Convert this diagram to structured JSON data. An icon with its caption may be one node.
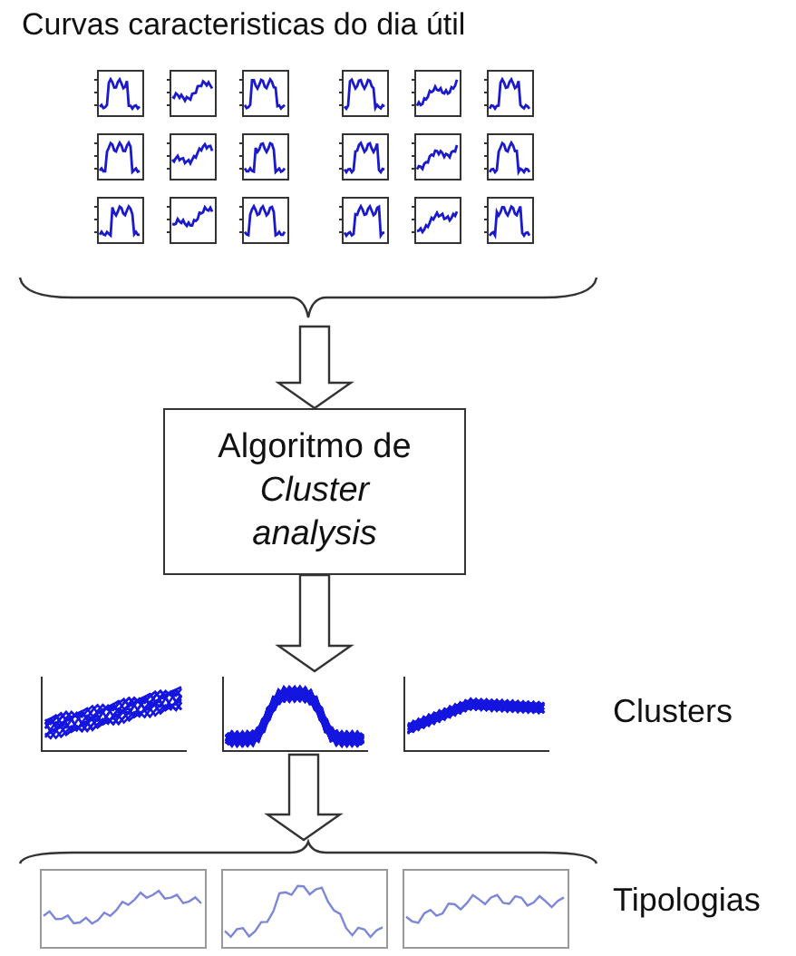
{
  "diagram": {
    "nodes": [
      {
        "text": [
          "Curvas caracteristicas do dia útil"
        ]
      },
      {
        "text": [
          "Algoritmo de *Cluster analysis*"
        ]
      },
      {
        "text": [],
        "shape": "picture",
        "beside": [
          "Clusters"
        ]
      },
      {
        "text": [],
        "shape": "picture",
        "beside": [
          "Tipologias"
        ]
      }
    ],
    "edges": [
      {
        "from": 0,
        "to": 1,
        "arrow": "to"
      },
      {
        "from": 1,
        "to": 2,
        "arrow": "to"
      },
      {
        "from": 2,
        "to": 3,
        "arrow": "to"
      }
    ]
  }
}
